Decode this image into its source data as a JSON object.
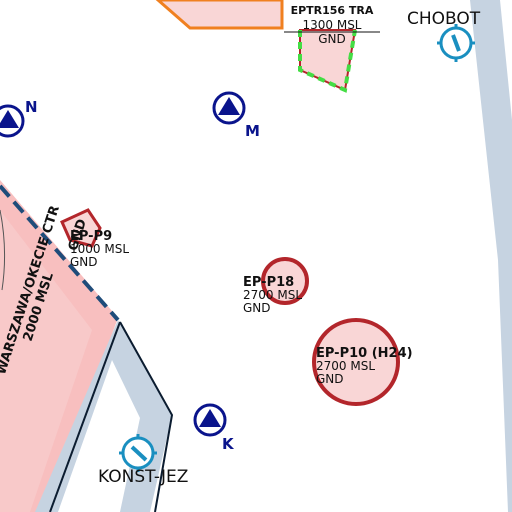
{
  "zones": [
    {
      "id": "eptr156",
      "code": "EPTR156 TRA",
      "upper": "1300 MSL",
      "lower": "GND"
    },
    {
      "id": "ep-p9",
      "code": "EP-P9",
      "upper": "1000 MSL",
      "lower": "GND"
    },
    {
      "id": "ep-p18",
      "code": "EP-P18",
      "upper": "2700 MSL",
      "lower": "GND"
    },
    {
      "id": "ep-p10",
      "code": "EP-P10 (H24)",
      "upper": "2700 MSL",
      "lower": "GND"
    }
  ],
  "ctr": {
    "name": "WARSZAWA/OKECIE CTR",
    "upper": "2000 MSL",
    "lower": "GND"
  },
  "waypoints": [
    "N",
    "M",
    "K"
  ],
  "places": [
    "CHOBOT",
    "KONST-JEZ"
  ],
  "colors": {
    "restricted_fill": "#f9d6d6",
    "restricted_stroke": "#b3262b",
    "ctr_fill": "#f7b8b8",
    "ctr_border": "#1f4c7a",
    "tra_stroke": "#44dd44",
    "orange": "#f08020",
    "waypoint": "#0a148c",
    "heliport": "#1a8fc0",
    "road": "#c6d3e1"
  }
}
